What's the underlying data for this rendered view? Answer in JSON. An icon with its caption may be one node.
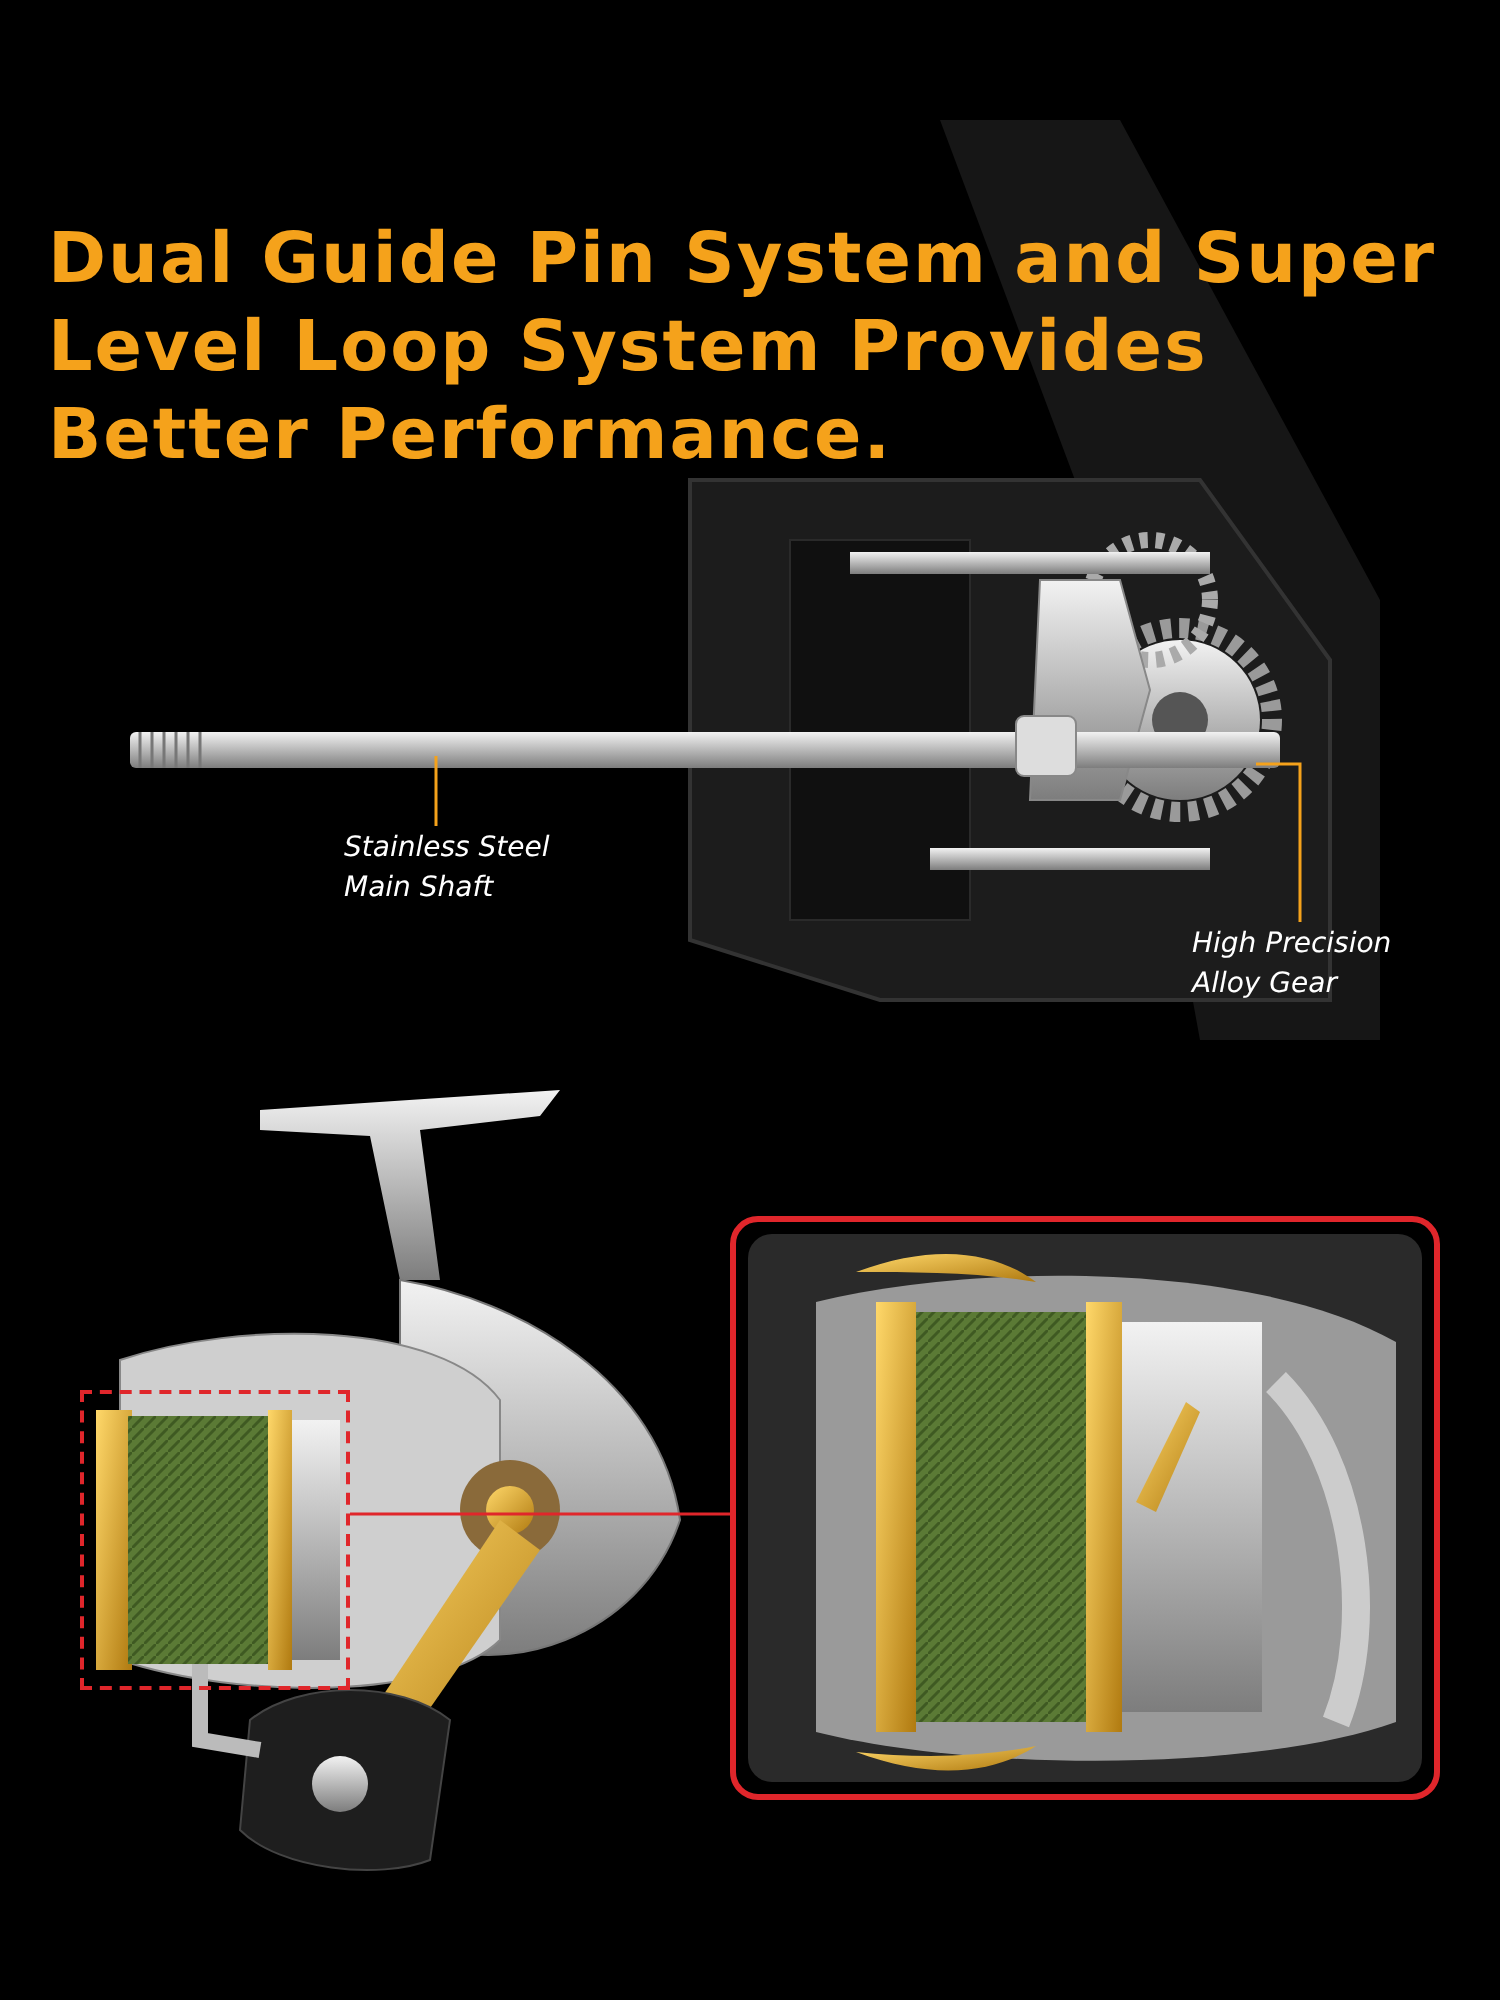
{
  "diagram": {
    "title": "Dual Guide Pin System and Super Level Loop System Provides Better Performance.",
    "nodes": [
      {
        "text": [
          "Stainless Steel Main Shaft"
        ]
      },
      {
        "text": [
          "High Precision Alloy Gear"
        ]
      },
      {
        "text": [],
        "shape": "box"
      },
      {
        "text": [],
        "shape": "picture"
      }
    ],
    "edges": [
      {
        "from": 0,
        "to": null,
        "arrow": "none"
      },
      {
        "from": 1,
        "to": null,
        "arrow": "none"
      },
      {
        "from": 2,
        "to": 3,
        "arrow": "none",
        "color": "#e0262b"
      }
    ]
  }
}
